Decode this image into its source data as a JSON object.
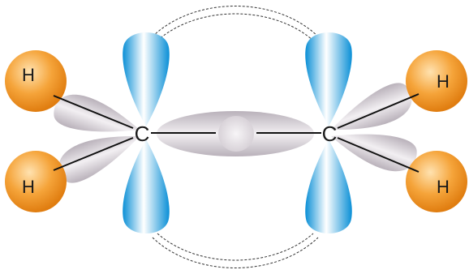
{
  "labels": {
    "h_top_left": "H",
    "h_bottom_left": "H",
    "h_top_right": "H",
    "h_bottom_right": "H",
    "c_left": "C",
    "c_right": "C"
  },
  "colors": {
    "p_orbital": "#1aa8e8",
    "sp2_orbital": "#c9c2c9",
    "hydrogen": "#f39a2a",
    "bond_line": "#111111",
    "pi_link": "#333333"
  }
}
